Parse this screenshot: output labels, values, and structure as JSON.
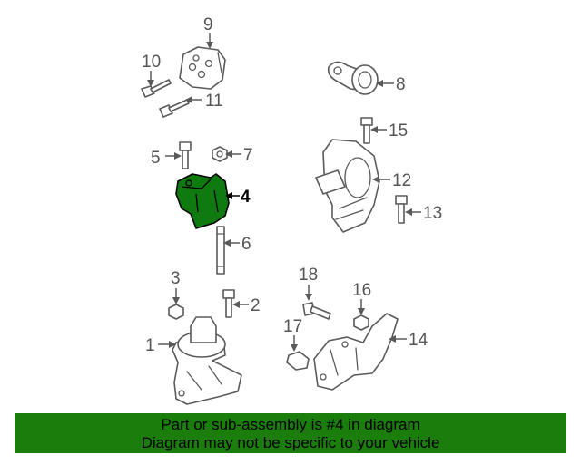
{
  "diagram": {
    "callouts": [
      "1",
      "2",
      "3",
      "4",
      "5",
      "6",
      "7",
      "8",
      "9",
      "10",
      "11",
      "12",
      "13",
      "14",
      "15",
      "16",
      "17",
      "18"
    ],
    "highlighted_part": "4",
    "highlight_color": "#0f7a0f"
  },
  "banner": {
    "line1": "Part or sub-assembly is #4 in diagram",
    "line2": "Diagram may not be specific to your vehicle",
    "background": "#1a7d0c"
  }
}
